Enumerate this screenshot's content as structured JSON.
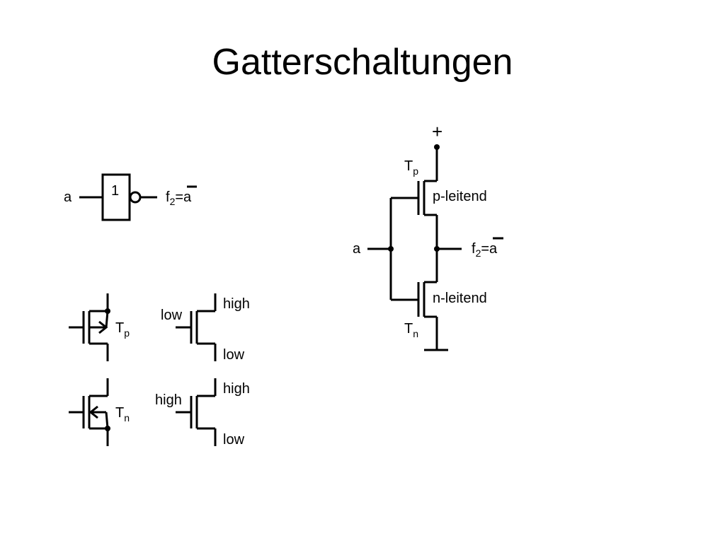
{
  "title": "Gatterschaltungen",
  "gate": {
    "box_label": "1",
    "input_label": "a",
    "output_label": {
      "base": "f",
      "sub": "2",
      "rest": "=a"
    }
  },
  "transistor_p": {
    "base": "T",
    "sub": "p"
  },
  "transistor_n": {
    "base": "T",
    "sub": "n"
  },
  "p_behavior": {
    "gate": "low",
    "top": "high",
    "bottom": "low"
  },
  "n_behavior": {
    "gate": "high",
    "top": "high",
    "bottom": "low"
  },
  "inverter": {
    "supply_label": "+",
    "input_label": "a",
    "output_label": {
      "base": "f",
      "sub": "2",
      "rest": "=a"
    },
    "tp_label": {
      "base": "T",
      "sub": "p"
    },
    "tn_label": {
      "base": "T",
      "sub": "n"
    },
    "p_desc": "p-leitend",
    "n_desc": "n-leitend"
  }
}
